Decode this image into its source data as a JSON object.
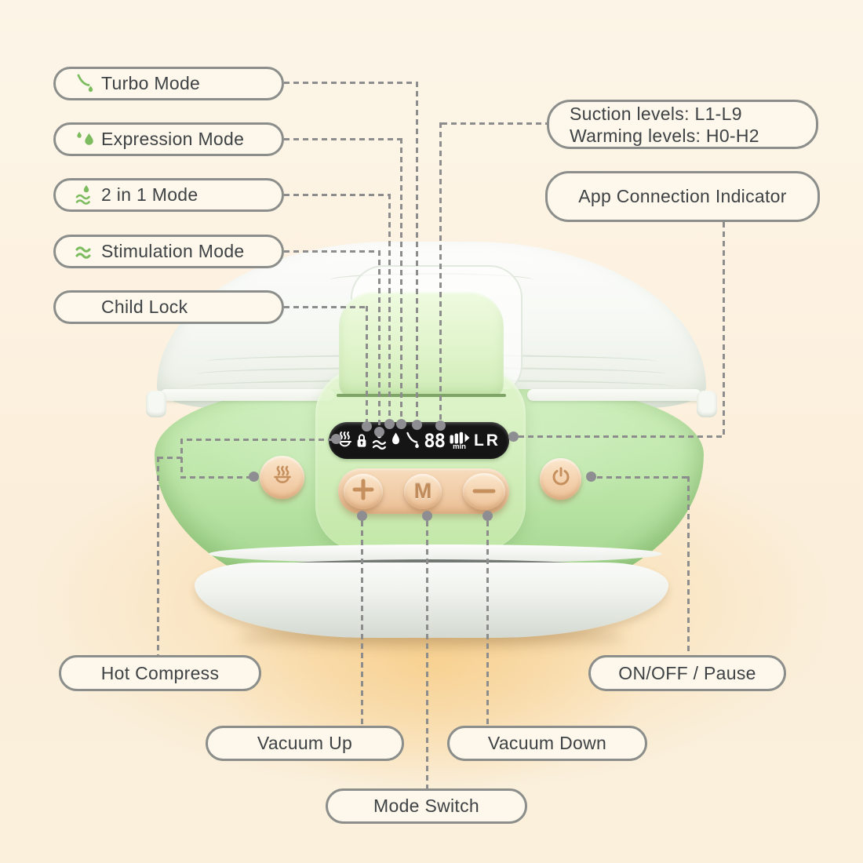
{
  "callouts": {
    "turbo": {
      "label": "Turbo Mode"
    },
    "expression": {
      "label": "Expression Mode"
    },
    "two_in_one": {
      "label": "2 in 1 Mode"
    },
    "stimulation": {
      "label": "Stimulation Mode"
    },
    "child_lock": {
      "label": "Child Lock"
    },
    "suction": {
      "line1": "Suction levels: L1-L9",
      "line2": "Warming levels: H0-H2"
    },
    "app_connection": {
      "label": "App Connection Indicator"
    },
    "hot_compress": {
      "label": "Hot Compress"
    },
    "on_off": {
      "label": "ON/OFF / Pause"
    },
    "vacuum_up": {
      "label": "Vacuum Up"
    },
    "vacuum_down": {
      "label": "Vacuum Down"
    },
    "mode_switch": {
      "label": "Mode Switch"
    }
  },
  "device": {
    "display": {
      "time": "88",
      "unit": "min",
      "left": "L",
      "right": "R"
    },
    "buttons": {
      "mode_label": "M"
    }
  },
  "icons": {
    "turbo": "swoosh-with-droplet",
    "expression": "two-droplets",
    "two_in_one": "droplet-over-waves",
    "stimulation": "double-waves",
    "display": [
      "steam-icon",
      "lock-icon",
      "droplet-waves-icon",
      "droplet-icon",
      "swoosh-icon",
      "level-bars-icon"
    ],
    "hot_compress_button": "steam-icon",
    "power_button": "power-icon"
  },
  "colors": {
    "accent_green": "#7cbb5e",
    "device_green": "#b8e3a3",
    "button_peach": "#f3cda9",
    "display_bg": "#151515",
    "callout_border": "#8b8e8b",
    "text": "#3e4245",
    "connector": "#8d8d8d",
    "background": "#fbf3e3",
    "glow": "#f8d291"
  }
}
